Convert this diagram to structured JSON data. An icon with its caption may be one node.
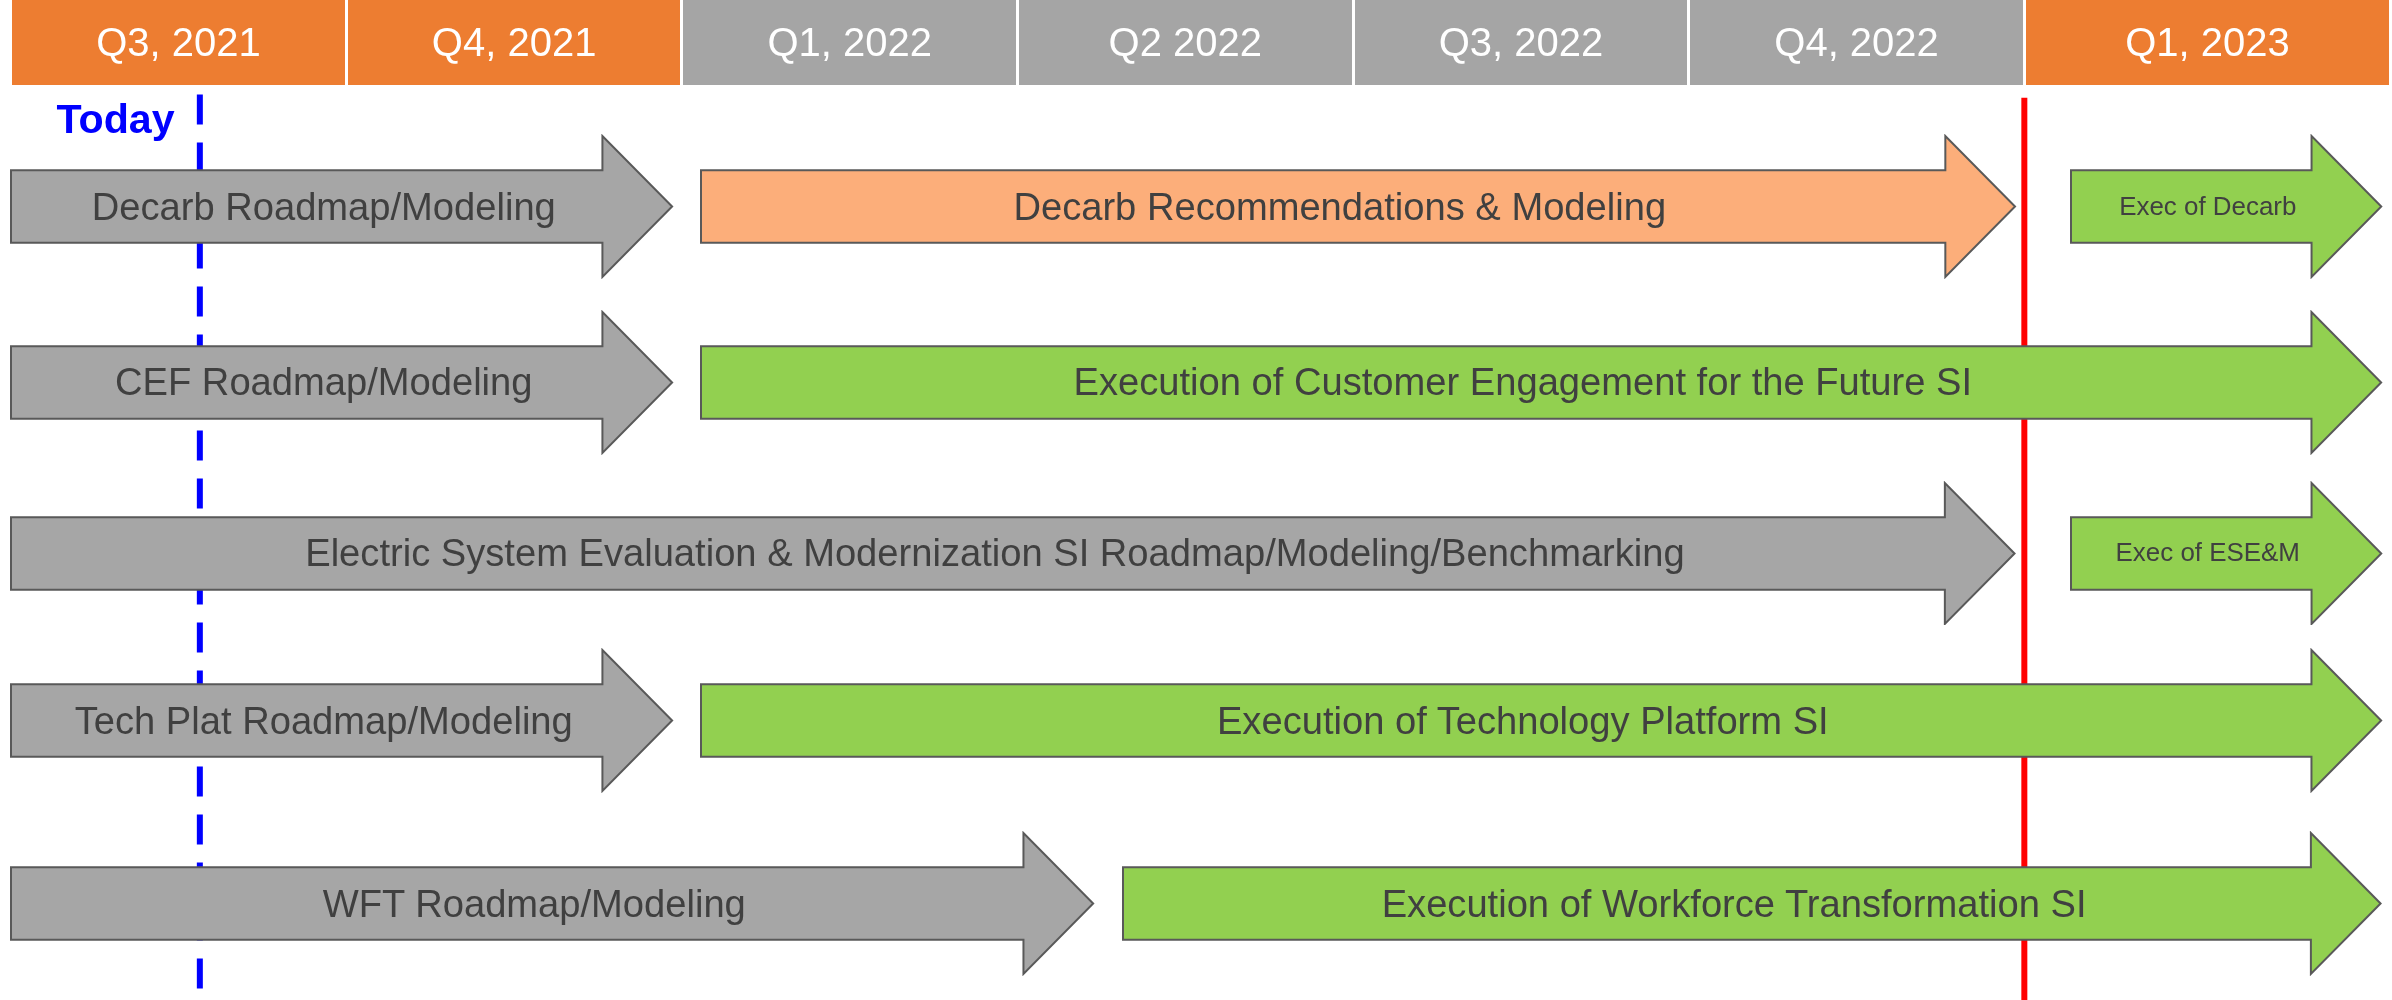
{
  "diagram": {
    "nodes": [
      {
        "text": [
          "Q3, 2021"
        ]
      },
      {
        "text": [
          "Q4, 2021"
        ]
      },
      {
        "text": [
          "Q1, 2022"
        ]
      },
      {
        "text": [
          "Q2 2022"
        ]
      },
      {
        "text": [
          "Q3, 2022"
        ]
      },
      {
        "text": [
          "Q4, 2022"
        ]
      },
      {
        "text": [
          "Q1, 2023"
        ]
      },
      {
        "text": [
          "Decarb Roadmap/Modeling"
        ]
      },
      {
        "text": [
          "Decarb Recommendations & Modeling"
        ]
      },
      {
        "text": [
          "Exec of Decarb"
        ]
      },
      {
        "text": [
          "CEF Roadmap/Modeling"
        ]
      },
      {
        "text": [
          "Execution of Customer Engagement for the Future SI"
        ]
      },
      {
        "text": [
          "Electric System Evaluation & Modernization SI Roadmap/Modeling/Benchmarking"
        ]
      },
      {
        "text": [
          "Exec of ESE&M"
        ]
      },
      {
        "text": [
          "Tech Plat Roadmap/Modeling"
        ]
      },
      {
        "text": [
          "Execution of Technology Platform SI"
        ]
      },
      {
        "text": [
          "WFT Roadmap/Modeling"
        ]
      },
      {
        "text": [
          "Execution of Workforce Transformation SI"
        ]
      }
    ],
    "labels": [
      "Today"
    ]
  }
}
